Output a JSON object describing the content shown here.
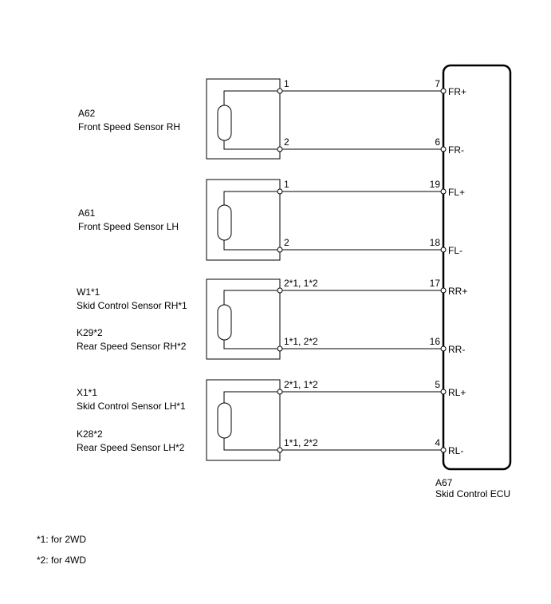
{
  "sensors": [
    {
      "labels": [
        "A62",
        "Front Speed Sensor RH"
      ],
      "pin_top": "1",
      "pin_bottom": "2",
      "ecu_pin_top": "7",
      "ecu_term_top": "FR+",
      "ecu_pin_bottom": "6",
      "ecu_term_bottom": "FR-"
    },
    {
      "labels": [
        "A61",
        "Front Speed Sensor LH"
      ],
      "pin_top": "1",
      "pin_bottom": "2",
      "ecu_pin_top": "19",
      "ecu_term_top": "FL+",
      "ecu_pin_bottom": "18",
      "ecu_term_bottom": "FL-"
    },
    {
      "labels": [
        "W1*1",
        "Skid Control Sensor RH*1",
        "K29*2",
        "Rear Speed Sensor RH*2"
      ],
      "pin_top": "2*1, 1*2",
      "pin_bottom": "1*1, 2*2",
      "ecu_pin_top": "17",
      "ecu_term_top": "RR+",
      "ecu_pin_bottom": "16",
      "ecu_term_bottom": "RR-"
    },
    {
      "labels": [
        "X1*1",
        "Skid Control Sensor LH*1",
        "K28*2",
        "Rear Speed Sensor LH*2"
      ],
      "pin_top": "2*1, 1*2",
      "pin_bottom": "1*1, 2*2",
      "ecu_pin_top": "5",
      "ecu_term_top": "RL+",
      "ecu_pin_bottom": "4",
      "ecu_term_bottom": "RL-"
    }
  ],
  "ecu": {
    "code": "A67",
    "name": "Skid Control ECU"
  },
  "notes": [
    "*1: for 2WD",
    "*2: for 4WD"
  ]
}
